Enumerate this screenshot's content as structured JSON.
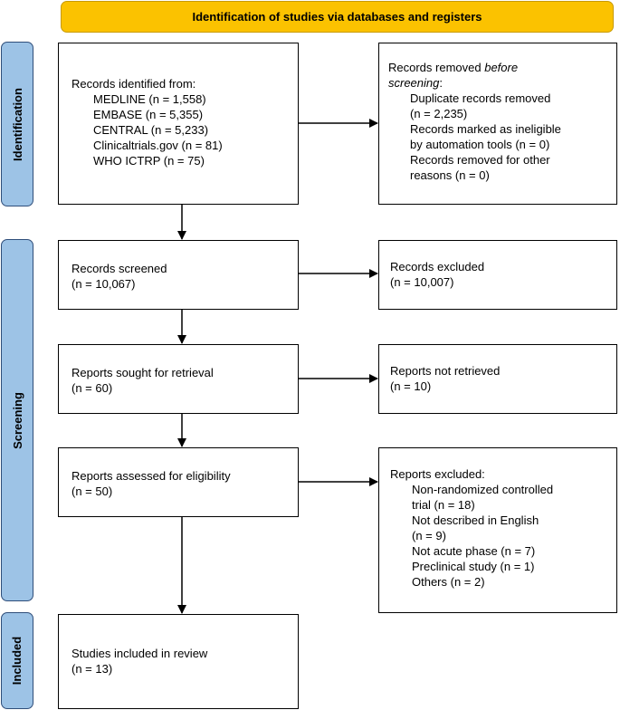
{
  "header": {
    "title": "Identification of studies via databases and registers"
  },
  "phases": {
    "identification": "Identification",
    "screening": "Screening",
    "included": "Included"
  },
  "boxes": {
    "records_identified": {
      "title": "Records identified from:",
      "items": [
        "MEDLINE (n = 1,558)",
        "EMBASE (n = 5,355)",
        "CENTRAL (n = 5,233)",
        "Clinicaltrials.gov (n = 81)",
        "WHO ICTRP (n = 75)"
      ]
    },
    "records_removed": {
      "title_prefix": "Records removed ",
      "title_em": "before",
      "title_line2": "screening",
      "title_colon": ":",
      "items": [
        "Duplicate records removed",
        "(n = 2,235)",
        "Records marked as ineligible",
        "by automation tools (n = 0)",
        "Records removed for other",
        "reasons (n = 0)"
      ]
    },
    "records_screened": {
      "title": "Records screened",
      "count": "(n = 10,067)"
    },
    "records_excluded": {
      "title": "Records excluded",
      "count": "(n = 10,007)"
    },
    "reports_sought": {
      "title": "Reports sought for retrieval",
      "count": "(n = 60)"
    },
    "reports_not_retrieved": {
      "title": "Reports not retrieved",
      "count": "(n = 10)"
    },
    "reports_assessed": {
      "title": "Reports assessed for eligibility",
      "count": "(n = 50)"
    },
    "reports_excluded": {
      "title": "Reports excluded:",
      "items": [
        "Non-randomized controlled",
        "trial (n = 18)",
        "Not described in English",
        "(n = 9)",
        "Not acute phase (n = 7)",
        "Preclinical study (n = 1)",
        "Others (n = 2)"
      ]
    },
    "studies_included": {
      "title": "Studies included in review",
      "count": "(n = 13)"
    }
  }
}
